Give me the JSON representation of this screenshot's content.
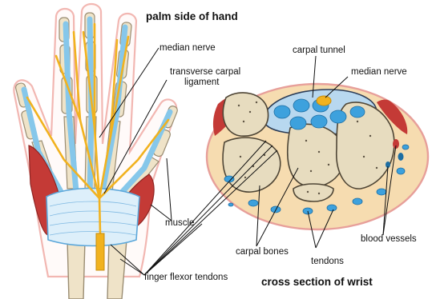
{
  "titles": {
    "palm": "palm side of hand",
    "cross_section": "cross section of wrist"
  },
  "labels": {
    "median_nerve_hand": "median nerve",
    "transverse_carpal_1": "transverse carpal",
    "transverse_carpal_2": "ligament",
    "muscle": "muscle",
    "finger_flexor_tendons": "finger flexor tendons",
    "carpal_tunnel": "carpal tunnel",
    "median_nerve_wrist": "median nerve",
    "carpal_bones": "carpal bones",
    "tendons": "tendons",
    "blood_vessels": "blood vessels"
  },
  "colors": {
    "skin_outline": "#f2b7b2",
    "bone": "#efe3c8",
    "bone_outline": "#9a8d73",
    "tendon": "#86c7ea",
    "nerve": "#f1b21f",
    "muscle": "#c43a36",
    "ligament": "#ddeffa",
    "tissue": "#f6dcb0",
    "tissue_outline": "#e79f9a",
    "leader": "#111111"
  }
}
